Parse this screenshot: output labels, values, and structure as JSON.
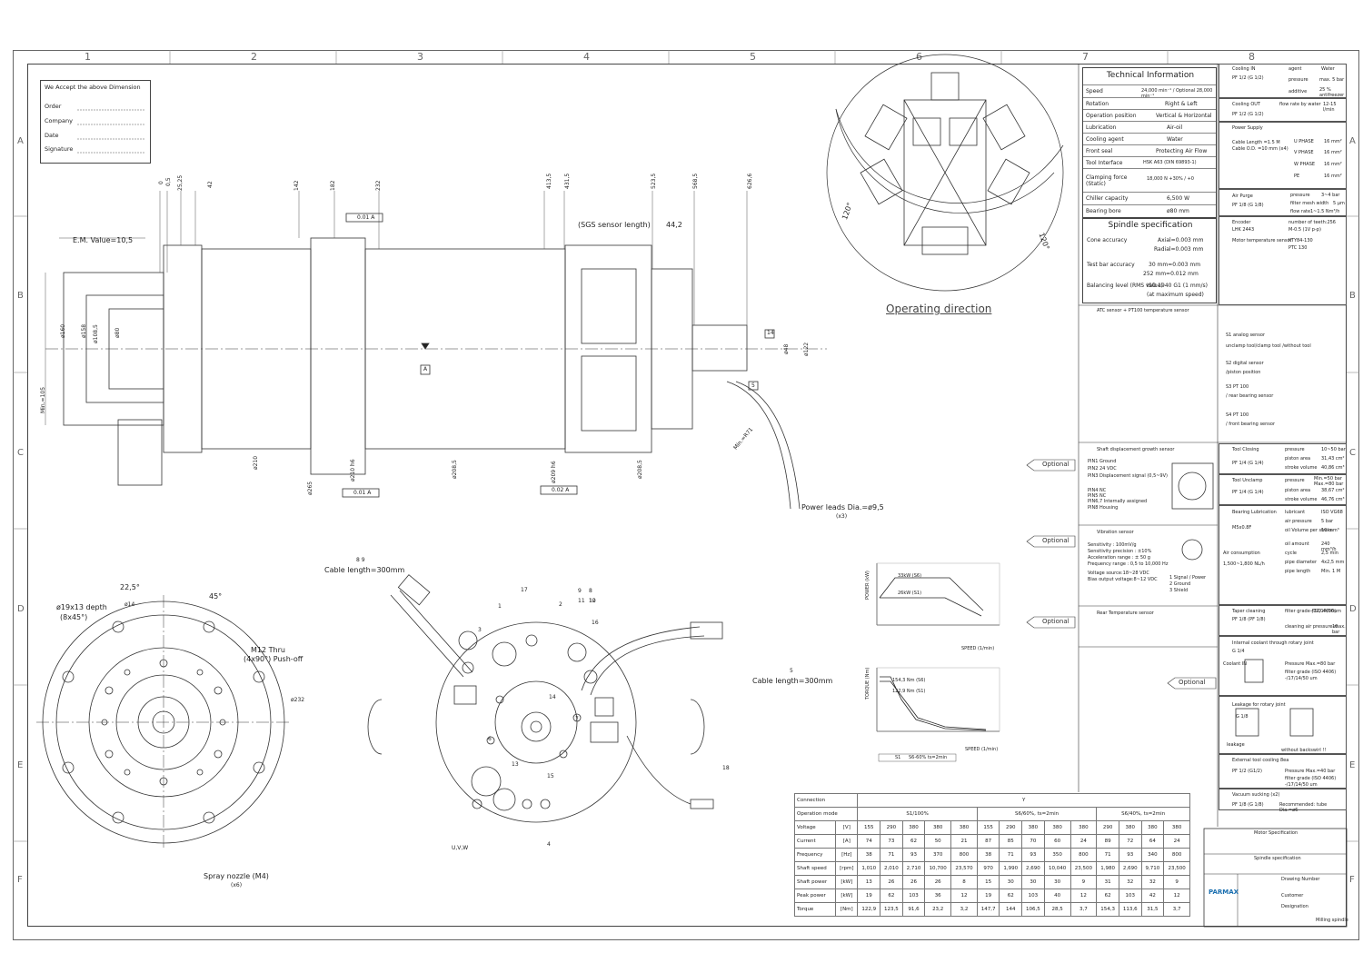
{
  "grid": {
    "columns": [
      "1",
      "2",
      "3",
      "4",
      "5",
      "6",
      "7",
      "8"
    ],
    "rows": [
      "A",
      "B",
      "C",
      "D",
      "E",
      "F"
    ]
  },
  "accept_box": {
    "title": "We Accept the above Dimension",
    "fields": [
      "Order",
      "Company",
      "Date",
      "Signature"
    ]
  },
  "front_view": {
    "em_value": "E.M. Value=10,5",
    "top_dims": [
      "0",
      "0,5",
      "25,25",
      "42",
      "142",
      "182",
      "232",
      "413,5",
      "431,5",
      "523,5",
      "568,5",
      "626,6"
    ],
    "sgs_label": "(SGS sensor length)",
    "sgs_value": "44,2",
    "tol_1": "0.01 A",
    "tol_2": "0.01 A",
    "tol_3": "0.02 A",
    "datum": "A",
    "left_dims": [
      "ø160",
      "ø158",
      "ø108,5",
      "ø80"
    ],
    "min_label": "Min.=105",
    "bottom_dims": [
      "ø210",
      "ø265",
      "ø210 h6",
      "ø208,5",
      "ø209 h6",
      "ø208,5"
    ],
    "right_dims": [
      "ø48",
      "ø122"
    ],
    "min_r": "Min.=R71",
    "power_leads": "Power leads Dia.=ø9,5",
    "power_leads_qty": "(x3)",
    "callouts": [
      "14",
      "5"
    ]
  },
  "operating": {
    "label": "Operating direction",
    "angle_left": "120°",
    "angle_right": "120°"
  },
  "rear_view": {
    "angle_a": "22,5°",
    "angle_b": "45°",
    "hole_a": "ø19x13 depth",
    "hole_a_qty": "(8x45°)",
    "hole_b": "ø14",
    "thru": "M12 Thru",
    "thru_sub": "(4x90°) Push-off",
    "dia": "ø232",
    "spray": "Spray nozzle (M4)",
    "spray_qty": "(x6)"
  },
  "connector_view": {
    "cable_top": "Cable length=300mm",
    "cable_top_tag": "8 9",
    "cable_right": "Cable length=300mm",
    "uvw": "U,V,W",
    "callouts": [
      "1",
      "2",
      "3",
      "4",
      "5",
      "6",
      "7",
      "8",
      "9",
      "10",
      "11",
      "12",
      "13",
      "14",
      "15",
      "16",
      "17",
      "18"
    ]
  },
  "power_chart": {
    "ylabel": "POWER (kW)",
    "xlabel": "SPEED (1/min)",
    "s6": "33kW (S6)",
    "s1": "26kW (S1)"
  },
  "torque_chart": {
    "ylabel": "TORQUE (Nm)",
    "xlabel": "SPEED (1/min)",
    "s6": "154,3 Nm (S6)",
    "s1": "122,9 Nm (S1)",
    "legend": [
      "S1",
      "S6-60% ts=2min"
    ]
  },
  "tech_info": {
    "title": "Technical Information",
    "rows": [
      {
        "k": "Speed",
        "v": "24,000 min⁻¹ / Optional 28,000 min⁻¹"
      },
      {
        "k": "Rotation",
        "v": "Right & Left"
      },
      {
        "k": "Operation position",
        "v": "Vertical & Horizontal"
      },
      {
        "k": "Lubrication",
        "v": "Air-oil"
      },
      {
        "k": "Cooling agent",
        "v": "Water"
      },
      {
        "k": "Front seal",
        "v": "Protecting Air Flow"
      },
      {
        "k": "Tool Interface",
        "v": "HSK A63 (DIN 69893-1)"
      },
      {
        "k": "Clamping force (Static)",
        "v": "18,000 N +30% / +0"
      },
      {
        "k": "Chiller capacity",
        "v": "6,500 W"
      },
      {
        "k": "Bearing bore",
        "v": "ø80 mm"
      }
    ]
  },
  "spindle_spec": {
    "title": "Spindle specification",
    "rows": [
      {
        "k": "Cone accuracy",
        "v1": "Axial=0.003 mm",
        "v2": "Radial=0.003 mm"
      },
      {
        "k": "Test bar accuracy",
        "v1": "30 mm=0.003 mm",
        "v2": "252 mm=0.012 mm"
      },
      {
        "k": "Balancing level (RMS value)",
        "v1": "ISO 1940 G1 (1 mm/s)",
        "v2": "(at maximum speed)"
      }
    ]
  },
  "right_panel": {
    "p1": [
      "Cooling IN",
      "PF 1/2 (G 1/2)",
      "agent",
      "Water",
      "pressure",
      "max. 5 bar",
      "additive",
      "25 % antifreezer"
    ],
    "p2": [
      "Cooling OUT",
      "PF 1/2 (G 1/2)",
      "flow rate by water",
      "12-15 l/min"
    ],
    "p3": [
      "Power Supply",
      "Cable Length =1.5 M",
      "Cable O.D. =10 mm (x4)",
      "U PHASE",
      "16 mm²",
      "V PHASE",
      "16 mm²",
      "W PHASE",
      "16 mm²",
      "PE",
      "16 mm²"
    ],
    "p4": [
      "Air Purge",
      "PF 1/8 (G 1/8)",
      "pressure",
      "3~4 bar",
      "filter mesh width",
      "5 μm",
      "flow rate",
      "1~1.5 Nm³/h"
    ],
    "p5": [
      "Encoder",
      "LHK 2443",
      "number of teeth:256",
      "M-0.5 (1V p-p)",
      "Motor temperature sensor",
      "KTY84-130",
      "PTC 130"
    ],
    "p6": [
      "ATC sensor + PT100 temperature sensor",
      "S1 analog sensor",
      "unclamp tool/clamp tool /without tool",
      "S2 digital sensor",
      "/piston position",
      "S3 PT 100",
      "/ rear bearing sensor",
      "S4 PT 100",
      "/ front bearing sensor"
    ],
    "p7": [
      "Shaft displacement growth sensor",
      "PIN1 Ground",
      "PIN2 24 VDC",
      "PIN3 Displacement signal (0,5~9V)",
      "PIN4 NC",
      "PIN5 NC",
      "PIN6,7 Internally assigned",
      "PIN8 Housing"
    ],
    "p8": [
      "Vibration sensor",
      "Sensitivity : 100mV/g",
      "Sensitivity precision : ±10%",
      "Acceleration range : ± 50 g",
      "Frequency range : 0,5 to 10,000 Hz",
      "Voltage source:18~28 VDC",
      "Bias output voltage:8~12 VDC",
      "1 Signal / Power",
      "2 Ground",
      "3 Shield"
    ],
    "p9": [
      "Rear Temperature sensor"
    ],
    "p10": [
      "Tool Closing",
      "PF 1/4 (G 1/4)",
      "pressure",
      "10~50 bar",
      "piston area",
      "31,43 cm²",
      "stroke volume",
      "40,86 cm³"
    ],
    "p11": [
      "Tool Unclamp",
      "PF 1/4 (G 1/4)",
      "pressure",
      "Min.=50 bar Max.=80 bar",
      "piston area",
      "38,67 cm²",
      "stroke volume",
      "46,76 cm³"
    ],
    "p12": [
      "Bearing Lubrication",
      "M5x0.8F",
      "lubricant",
      "ISO VG68",
      "air pressure",
      "5 bar",
      "oil Volume per stroke",
      "10 mm³",
      "oil amount",
      "240 mm³/h",
      "cycle",
      "2,5 min",
      "pipe diameter",
      "4x2,5 mm",
      "pipe length",
      "Min. 1 M",
      "Air consumption",
      "1,500~1,800 NL/h"
    ],
    "p13": [
      "Taper cleaning",
      "PF 1/8 (PF 1/8)",
      "filter grade (ISO 4406)",
      "-/17/14/50um",
      "cleaning air pressure-max.",
      "10 bar"
    ],
    "p14": [
      "Internal coolant through rotary joint",
      "G 1/4",
      "Pressure Max.=80 bar",
      "filter grade (ISO 4406)",
      "-/17/14/50 um",
      "Coolant IN"
    ],
    "p15": [
      "Leakage for rotary joint",
      "G 1/8",
      "leakage",
      "without backswirl !!"
    ],
    "p16": [
      "External tool cooling 8ea",
      "PF 1/2 (G1/2)",
      "Pressure Max.=40 bar",
      "filter grade (ISO 4406)",
      "-/17/14/50 um"
    ],
    "p17": [
      "Vacuum sucking (x2)",
      "PF 1/8 (G 1/8)",
      "Recommended: tube Dia.=ø6"
    ]
  },
  "optional_labels": [
    "Optional",
    "Optional",
    "Optional",
    "Optional"
  ],
  "conn_table": {
    "head": [
      "Connection",
      "Y"
    ],
    "modes": [
      "Operation mode",
      "S1/100%",
      "S6/60%, ts=2min",
      "S6/40%, ts=2min"
    ],
    "rows": [
      {
        "k": "Voltage",
        "u": "[V]",
        "v": [
          "155",
          "290",
          "380",
          "380",
          "380",
          "155",
          "290",
          "380",
          "380",
          "380",
          "290",
          "380",
          "380",
          "380"
        ]
      },
      {
        "k": "Current",
        "u": "[A]",
        "v": [
          "74",
          "73",
          "62",
          "50",
          "21",
          "87",
          "85",
          "70",
          "60",
          "24",
          "89",
          "72",
          "64",
          "24"
        ]
      },
      {
        "k": "Frequency",
        "u": "[Hz]",
        "v": [
          "38",
          "71",
          "93",
          "370",
          "800",
          "38",
          "71",
          "93",
          "350",
          "800",
          "71",
          "93",
          "340",
          "800"
        ]
      },
      {
        "k": "Shaft speed",
        "u": "[rpm]",
        "v": [
          "1,010",
          "2,010",
          "2,710",
          "10,700",
          "23,570",
          "970",
          "1,990",
          "2,690",
          "10,040",
          "23,500",
          "1,980",
          "2,690",
          "9,710",
          "23,500"
        ]
      },
      {
        "k": "Shaft power",
        "u": "[kW]",
        "v": [
          "13",
          "26",
          "26",
          "26",
          "8",
          "15",
          "30",
          "30",
          "30",
          "9",
          "31",
          "32",
          "32",
          "9"
        ]
      },
      {
        "k": "Peak power",
        "u": "[kW]",
        "v": [
          "19",
          "62",
          "103",
          "36",
          "12",
          "19",
          "62",
          "103",
          "40",
          "12",
          "62",
          "103",
          "42",
          "12"
        ]
      },
      {
        "k": "Torque",
        "u": "[Nm]",
        "v": [
          "122,9",
          "123,5",
          "91,6",
          "23,2",
          "3,2",
          "147,7",
          "144",
          "106,5",
          "28,5",
          "3,7",
          "154,3",
          "113,6",
          "31,5",
          "3,7"
        ]
      }
    ]
  },
  "title_block": {
    "company": "PARMAX",
    "motor_spec": "Motor Specification",
    "spindle_spec": "Spindle specification",
    "drawing_number": "Drawing Number",
    "customer": "Customer",
    "designation": "Designation",
    "desc": "Milling spindle"
  }
}
